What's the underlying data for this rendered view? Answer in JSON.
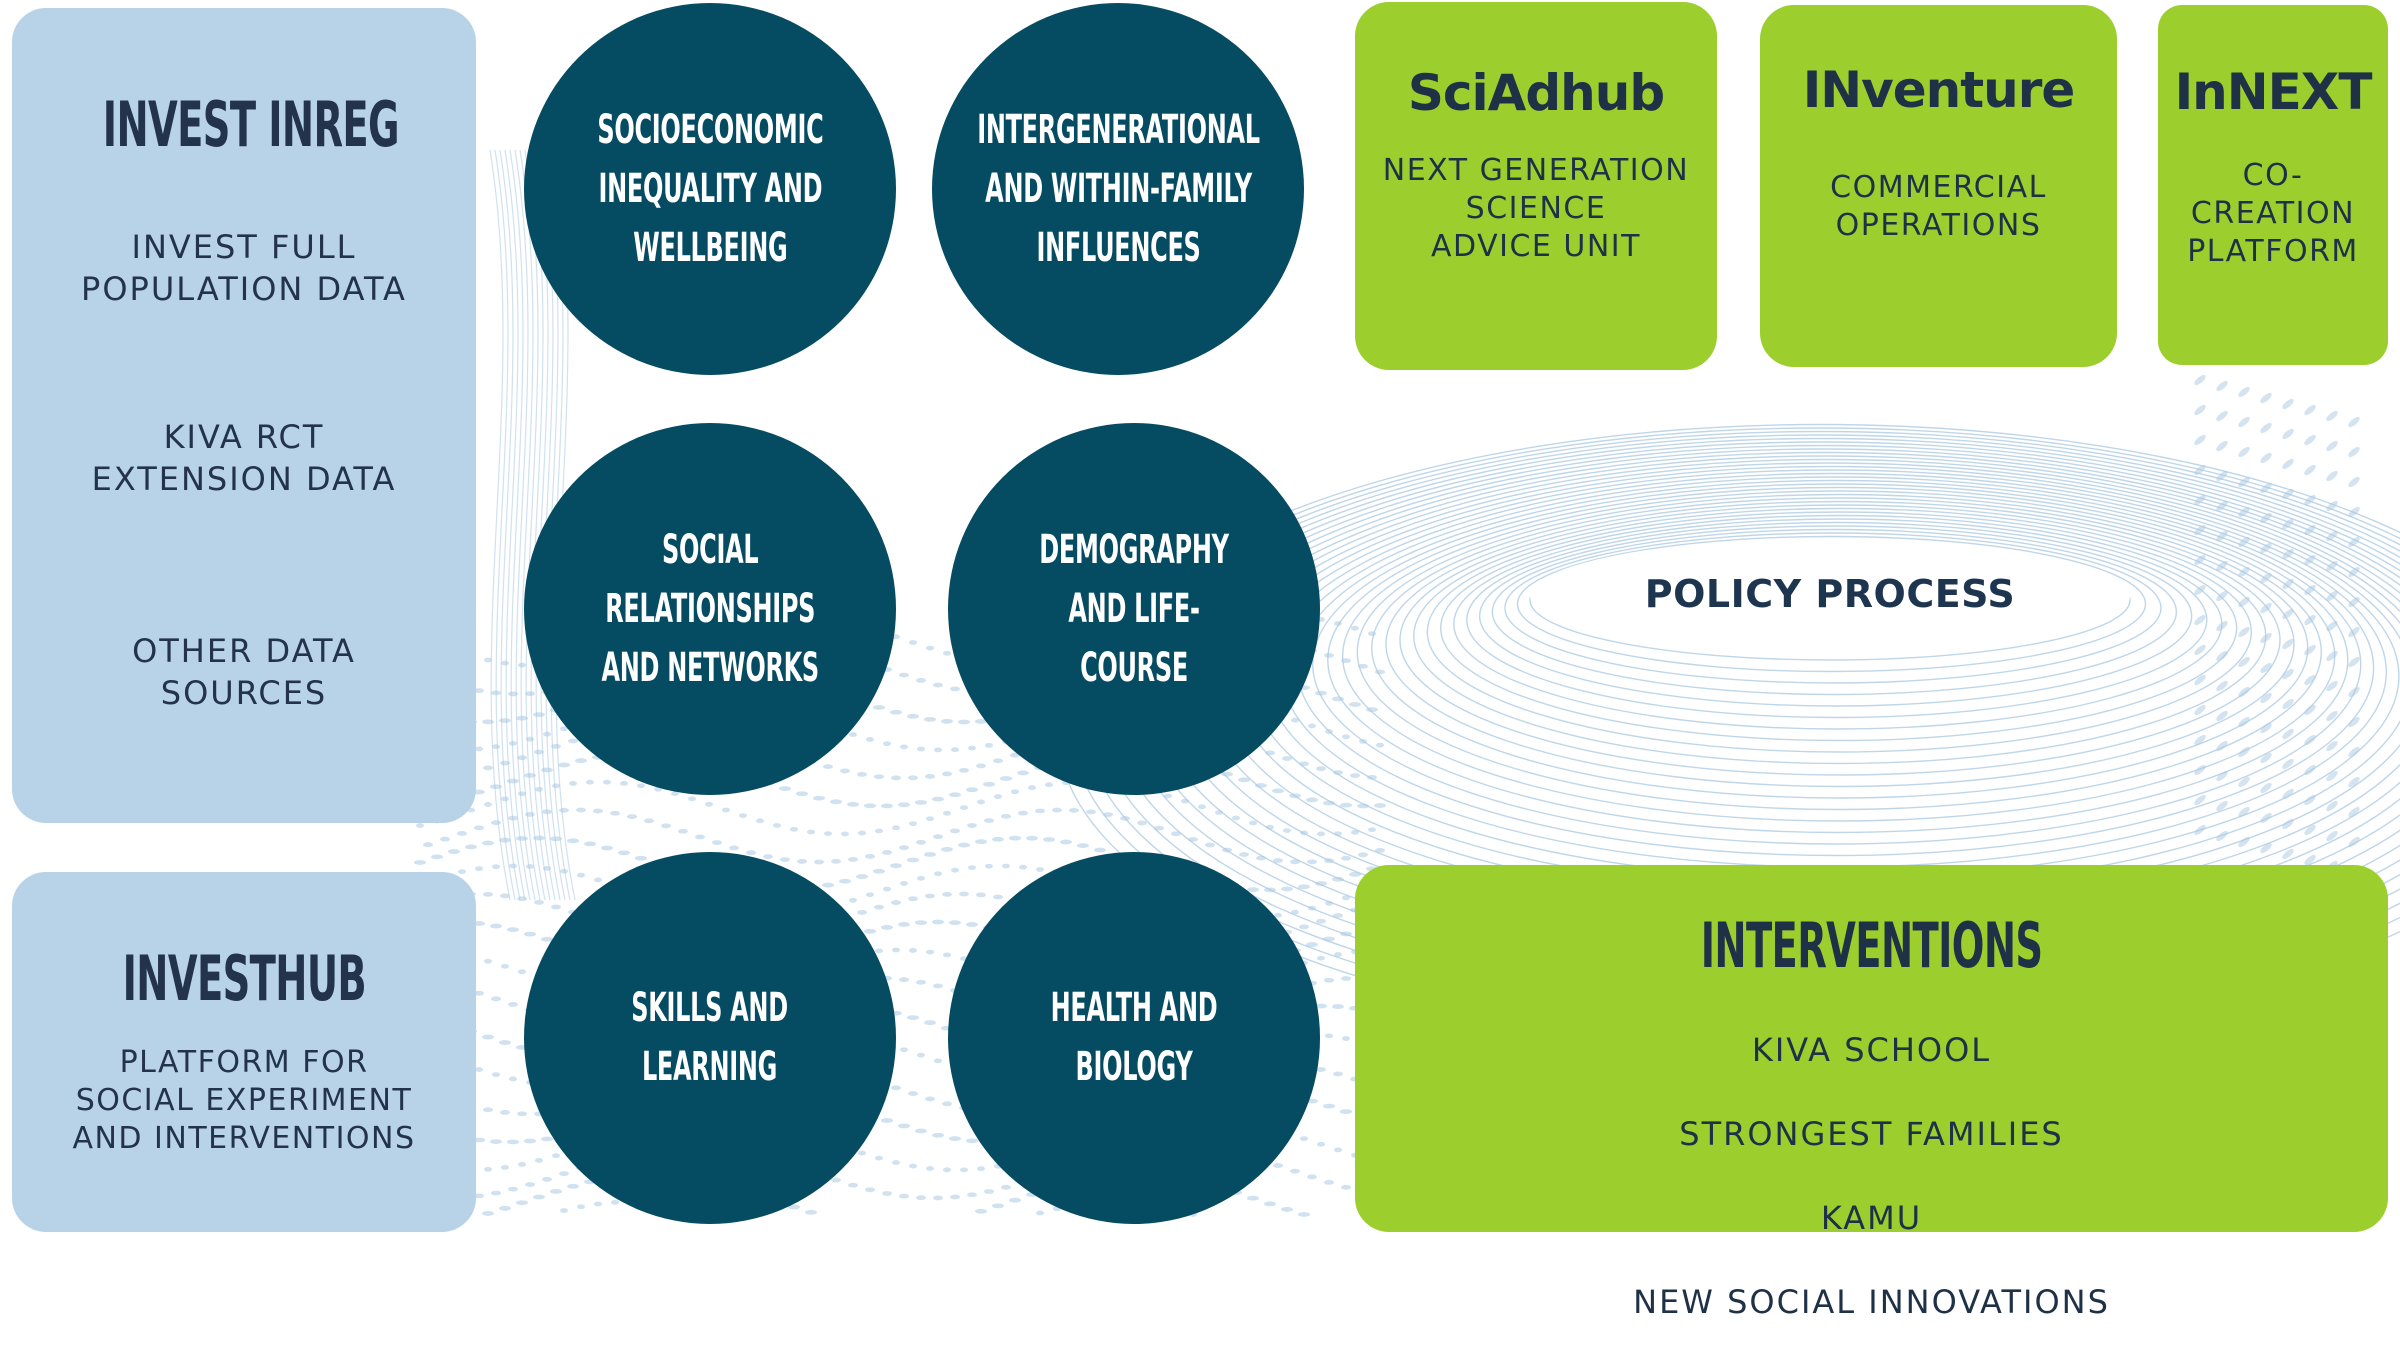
{
  "invest_inreg": {
    "title": "INVEST INREG",
    "items": [
      "INVEST FULL\nPOPULATION DATA",
      "KIVA RCT\nEXTENSION DATA",
      "OTHER DATA\nSOURCES"
    ]
  },
  "investhub": {
    "title": "INVESTHUB",
    "subtitle": "PLATFORM FOR\nSOCIAL EXPERIMENT\nAND  INTERVENTIONS"
  },
  "themes": [
    "SOCIOECONOMIC\nINEQUALITY AND\nWELLBEING",
    "INTERGENERATIONAL\nAND WITHIN-FAMILY\nINFLUENCES",
    "SOCIAL\nRELATIONSHIPS\nAND NETWORKS",
    "DEMOGRAPHY\nAND LIFE-COURSE",
    "SKILLS AND\nLEARNING",
    "HEALTH AND\nBIOLOGY"
  ],
  "sciadhub": {
    "title": "SciAdhub",
    "subtitle": "NEXT GENERATION\nSCIENCE\nADVICE UNIT"
  },
  "inventure": {
    "title": "INventure",
    "subtitle": "COMMERCIAL\nOPERATIONS"
  },
  "innext": {
    "title": "InNEXT",
    "subtitle": "CO-\nCREATION\nPLATFORM"
  },
  "policy": {
    "label": "POLICY PROCESS"
  },
  "interventions": {
    "title": "INTERVENTIONS",
    "items": [
      "KIVA SCHOOL",
      "STRONGEST FAMILIES",
      "KAMU",
      "NEW SOCIAL INNOVATIONS"
    ]
  },
  "colors": {
    "light_blue": "#b8d2e8",
    "dark_teal": "#054c63",
    "lime_green": "#9ccf2e",
    "navy_text": "#23334b",
    "pattern_blue": "#a9c8e2"
  }
}
